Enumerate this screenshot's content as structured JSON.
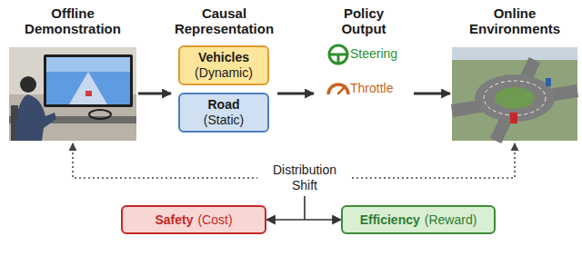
{
  "diagram": {
    "nodes": [
      {
        "text": [
          "Offline Demonstration"
        ]
      },
      {
        "text": [
          "Causal Representation"
        ]
      },
      {
        "text": [
          "Vehicles",
          "(Dynamic)"
        ],
        "in": 1
      },
      {
        "text": [
          "Road",
          "(Static)"
        ],
        "in": 1
      },
      {
        "text": [
          "Policy Output",
          "Steering",
          "Throttle"
        ]
      },
      {
        "text": [
          "Online Environments"
        ]
      },
      {
        "text": [
          "Safety",
          "(Cost)"
        ]
      },
      {
        "text": [
          "Efficiency",
          "(Reward)"
        ]
      }
    ],
    "edges": [
      {
        "from": 0,
        "to": 1,
        "arrow": "to"
      },
      {
        "from": 1,
        "to": 4,
        "arrow": "to"
      },
      {
        "from": 4,
        "to": 5,
        "arrow": "to"
      },
      {
        "from": 0,
        "to": 5,
        "label": "Distribution Shift",
        "arrow": "both"
      },
      {
        "from": 6,
        "to": 7,
        "arrow": "both"
      }
    ]
  }
}
